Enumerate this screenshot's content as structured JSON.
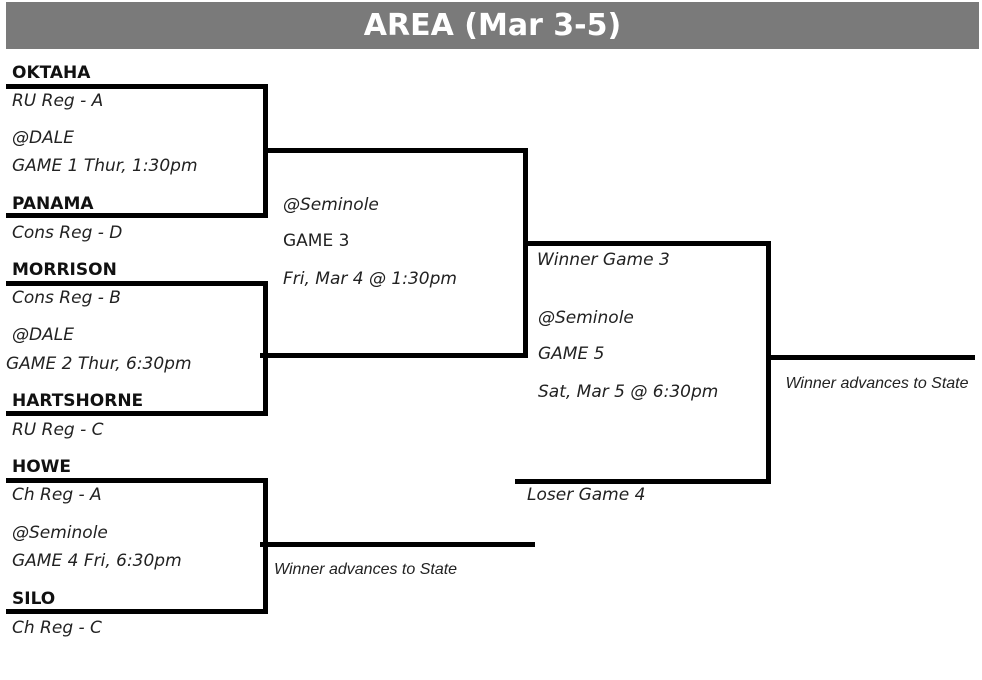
{
  "title": "AREA (Mar 3-5)",
  "matchups": {
    "game1": {
      "team_top": "OKTAHA",
      "seed_top": "RU Reg - A",
      "site": "@DALE",
      "game": "GAME 1 Thur, 1:30pm",
      "team_bottom": "PANAMA",
      "seed_bottom": "Cons Reg - D"
    },
    "game2": {
      "team_top": "MORRISON",
      "seed_top": "Cons Reg - B",
      "site": "@DALE",
      "game": "GAME 2 Thur, 6:30pm",
      "team_bottom": "HARTSHORNE",
      "seed_bottom": "RU Reg - C"
    },
    "game4": {
      "team_top": "HOWE",
      "seed_top": "Ch Reg - A",
      "site": "@Seminole",
      "game": "GAME 4 Fri, 6:30pm",
      "team_bottom": "SILO",
      "seed_bottom": "Ch Reg - C",
      "result": "Winner advances to State"
    }
  },
  "game3": {
    "site": "@Seminole",
    "game": "GAME 3",
    "time": "Fri, Mar 4 @ 1:30pm"
  },
  "game5": {
    "top_label": "Winner Game 3",
    "site": "@Seminole",
    "game": "GAME 5",
    "time": "Sat, Mar 5 @ 6:30pm",
    "bottom_label": "Loser Game 4",
    "result": "Winner advances to State"
  }
}
